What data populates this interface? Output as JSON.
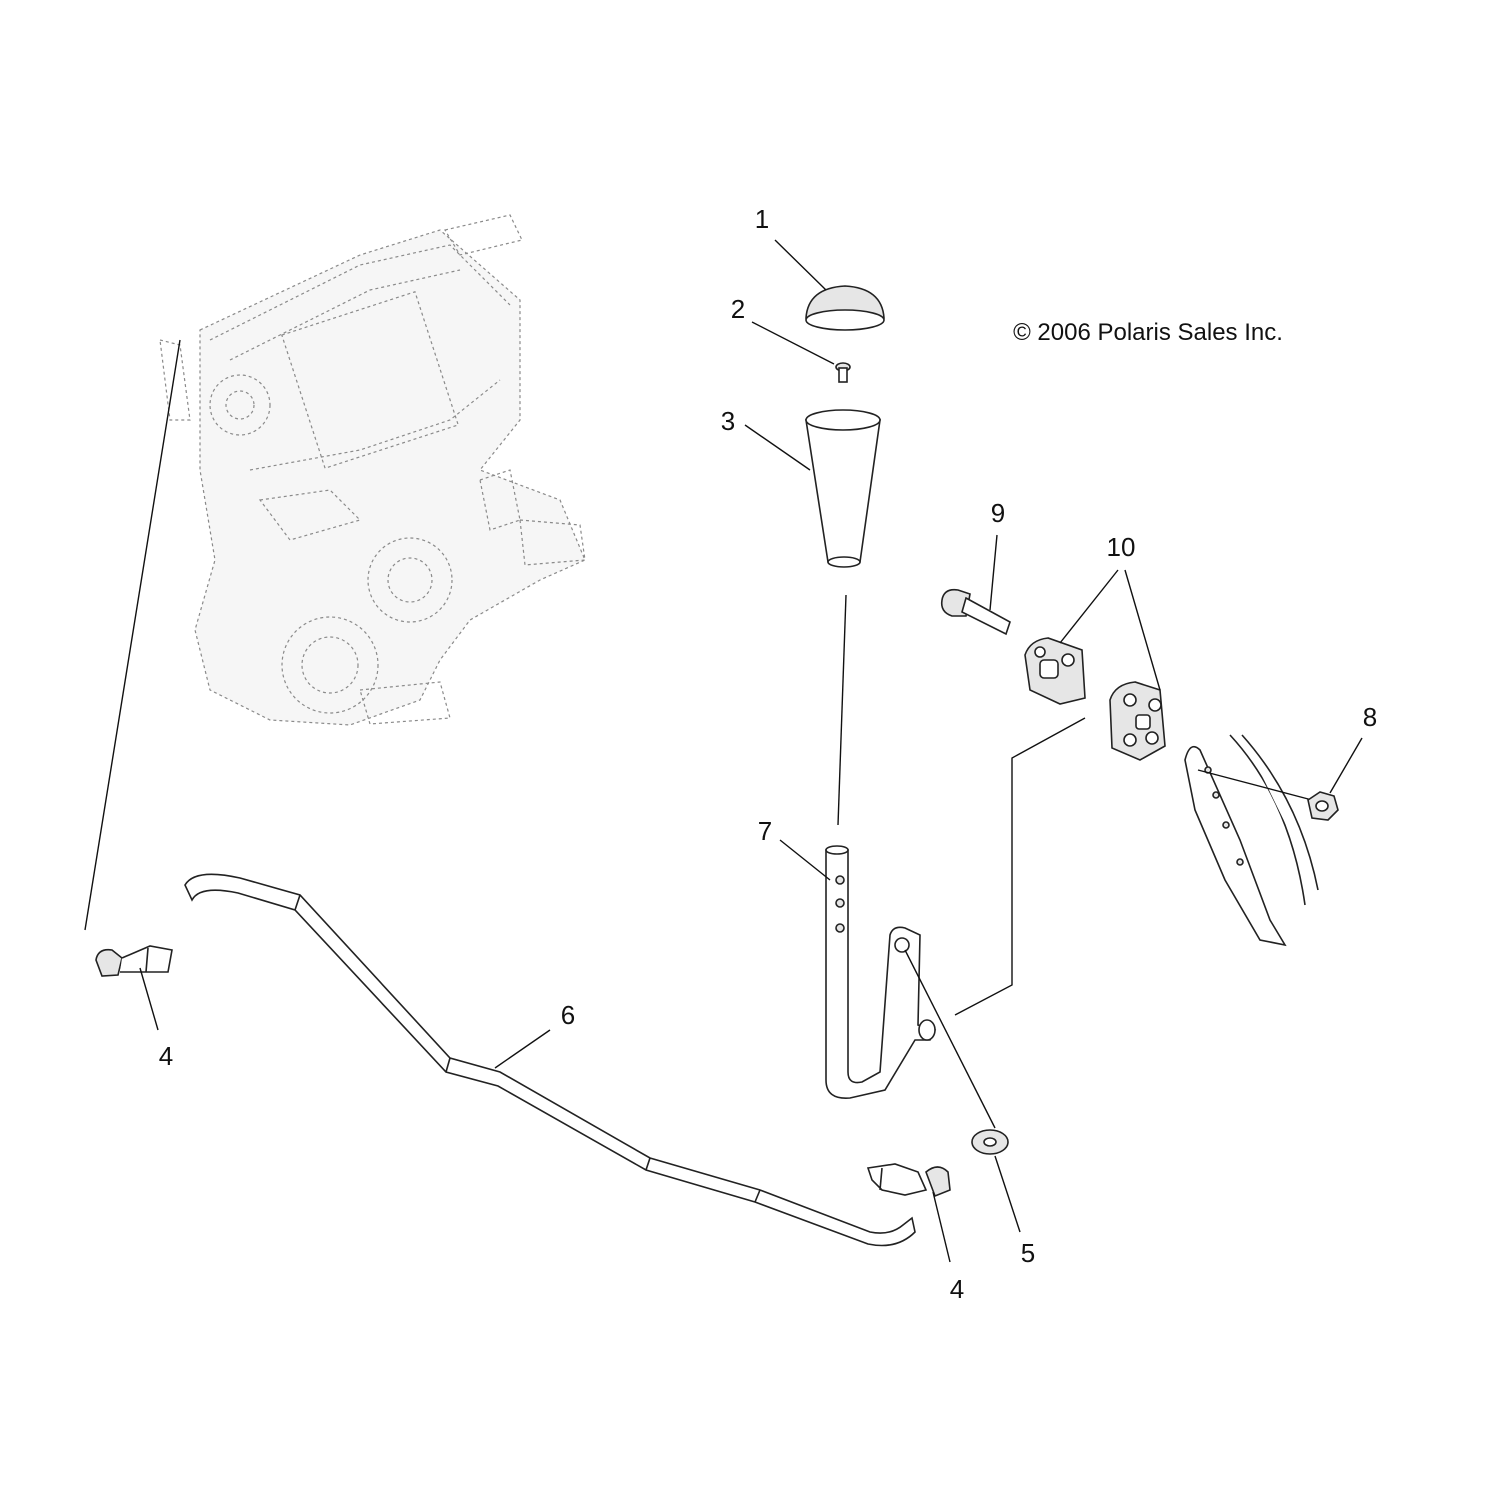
{
  "copyright": "© 2006 Polaris Sales Inc.",
  "callouts": {
    "c1": "1",
    "c2": "2",
    "c3": "3",
    "c4a": "4",
    "c4b": "4",
    "c5": "5",
    "c6": "6",
    "c7": "7",
    "c8": "8",
    "c9": "9",
    "c10": "10"
  },
  "icons": {
    "transmission": "transmission-icon",
    "knob-cap": "knob-cap-icon",
    "screw": "screw-icon",
    "shift-knob": "shift-knob-icon",
    "shift-lever": "shift-lever-icon",
    "linkage-rod": "linkage-rod-icon",
    "rod-end-clip": "rod-end-clip-icon",
    "washer": "washer-icon",
    "bolt": "bolt-icon",
    "bushing": "bushing-icon",
    "nut": "nut-icon",
    "frame-bracket": "frame-bracket-icon"
  }
}
